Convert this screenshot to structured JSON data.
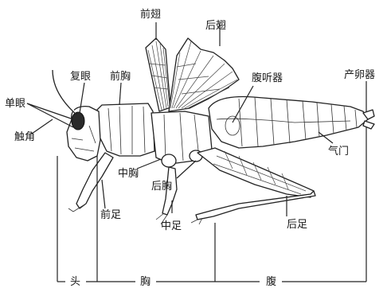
{
  "labels": {
    "forewing": "前翅",
    "hindwing": "后翅",
    "compound_eye": "复眼",
    "prothorax": "前胸",
    "tympanum": "腹听器",
    "ovipositor": "产卵器",
    "ocellus": "单眼",
    "antenna": "触角",
    "spiracle": "气门",
    "mesothorax": "中胸",
    "metathorax": "后胸",
    "foreleg": "前足",
    "midleg": "中足",
    "hindleg": "后足",
    "head": "头",
    "thorax": "胸",
    "abdomen": "腹"
  }
}
